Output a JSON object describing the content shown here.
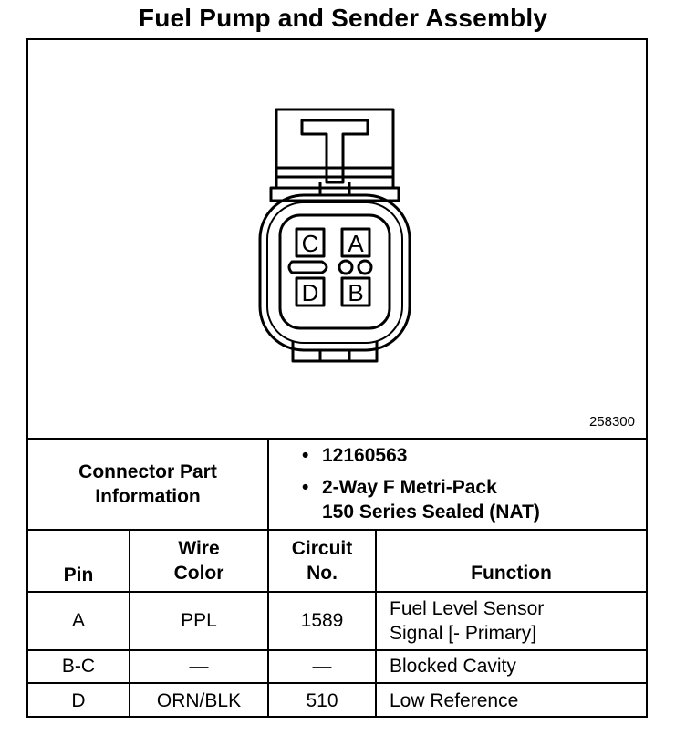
{
  "title": "Fuel Pump and Sender Assembly",
  "figure_id": "258300",
  "connector": {
    "pins": [
      "C",
      "A",
      "D",
      "B"
    ]
  },
  "part_info": {
    "label_line1": "Connector Part",
    "label_line2": "Information",
    "part_number": "12160563",
    "desc_line1": "2-Way F Metri-Pack",
    "desc_line2": "150 Series Sealed (NAT)"
  },
  "table": {
    "headers": {
      "pin": "Pin",
      "wire_line1": "Wire",
      "wire_line2": "Color",
      "circuit_line1": "Circuit",
      "circuit_line2": "No.",
      "function": "Function"
    },
    "rows": [
      {
        "pin": "A",
        "wire": "PPL",
        "circuit": "1589",
        "function_line1": "Fuel Level Sensor",
        "function_line2": "Signal [- Primary]"
      },
      {
        "pin": "B-C",
        "wire": "—",
        "circuit": "—",
        "function_line1": "Blocked Cavity",
        "function_line2": ""
      },
      {
        "pin": "D",
        "wire": "ORN/BLK",
        "circuit": "510",
        "function_line1": "Low Reference",
        "function_line2": ""
      }
    ]
  }
}
